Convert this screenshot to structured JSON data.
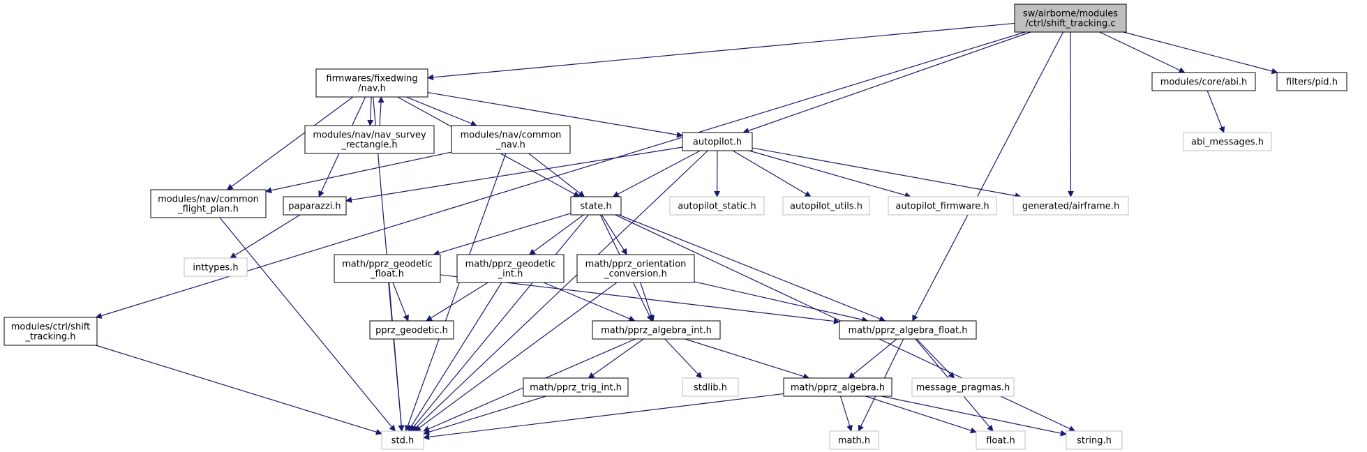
{
  "graph": {
    "colors": {
      "edge": "#191970",
      "root_fill": "#bfbfbf",
      "node_border": "#000000",
      "ext_border": "#bfbfbf",
      "node_fill": "#ffffff"
    },
    "nodes": [
      {
        "id": "root",
        "lines": [
          "sw/airborne/modules",
          "/ctrl/shift_tracking.c"
        ],
        "style": "root"
      },
      {
        "id": "nav",
        "lines": [
          "firmwares/fixedwing",
          "/nav.h"
        ],
        "style": "local"
      },
      {
        "id": "abi",
        "lines": [
          "modules/core/abi.h"
        ],
        "style": "local"
      },
      {
        "id": "pid",
        "lines": [
          "filters/pid.h"
        ],
        "style": "local"
      },
      {
        "id": "abimsg",
        "lines": [
          "abi_messages.h"
        ],
        "style": "external"
      },
      {
        "id": "survey",
        "lines": [
          "modules/nav/nav_survey",
          "_rectangle.h"
        ],
        "style": "local"
      },
      {
        "id": "commonnav",
        "lines": [
          "modules/nav/common",
          "_nav.h"
        ],
        "style": "local"
      },
      {
        "id": "autopilot",
        "lines": [
          "autopilot.h"
        ],
        "style": "local"
      },
      {
        "id": "flightplan",
        "lines": [
          "modules/nav/common",
          "_flight_plan.h"
        ],
        "style": "local"
      },
      {
        "id": "paparazzi",
        "lines": [
          "paparazzi.h"
        ],
        "style": "local"
      },
      {
        "id": "state",
        "lines": [
          "state.h"
        ],
        "style": "local"
      },
      {
        "id": "apstatic",
        "lines": [
          "autopilot_static.h"
        ],
        "style": "external"
      },
      {
        "id": "aputils",
        "lines": [
          "autopilot_utils.h"
        ],
        "style": "external"
      },
      {
        "id": "apfirmware",
        "lines": [
          "autopilot_firmware.h"
        ],
        "style": "external"
      },
      {
        "id": "airframe",
        "lines": [
          "generated/airframe.h"
        ],
        "style": "external"
      },
      {
        "id": "inttypes",
        "lines": [
          "inttypes.h"
        ],
        "style": "external"
      },
      {
        "id": "geofloat",
        "lines": [
          "math/pprz_geodetic",
          "_float.h"
        ],
        "style": "local"
      },
      {
        "id": "geoint",
        "lines": [
          "math/pprz_geodetic",
          "_int.h"
        ],
        "style": "local"
      },
      {
        "id": "orient",
        "lines": [
          "math/pprz_orientation",
          "_conversion.h"
        ],
        "style": "local"
      },
      {
        "id": "shifttrack",
        "lines": [
          "modules/ctrl/shift",
          "_tracking.h"
        ],
        "style": "local"
      },
      {
        "id": "pprzgeo",
        "lines": [
          "pprz_geodetic.h"
        ],
        "style": "local"
      },
      {
        "id": "algint",
        "lines": [
          "math/pprz_algebra_int.h"
        ],
        "style": "local"
      },
      {
        "id": "algfloat",
        "lines": [
          "math/pprz_algebra_float.h"
        ],
        "style": "local"
      },
      {
        "id": "trigint",
        "lines": [
          "math/pprz_trig_int.h"
        ],
        "style": "local"
      },
      {
        "id": "stdlib",
        "lines": [
          "stdlib.h"
        ],
        "style": "external"
      },
      {
        "id": "msgpragmas",
        "lines": [
          "message_pragmas.h"
        ],
        "style": "external"
      },
      {
        "id": "algebra",
        "lines": [
          "math/pprz_algebra.h"
        ],
        "style": "local"
      },
      {
        "id": "std",
        "lines": [
          "std.h"
        ],
        "style": "external"
      },
      {
        "id": "mathh",
        "lines": [
          "math.h"
        ],
        "style": "external"
      },
      {
        "id": "floath",
        "lines": [
          "float.h"
        ],
        "style": "external"
      },
      {
        "id": "stringh",
        "lines": [
          "string.h"
        ],
        "style": "external"
      }
    ],
    "edges": [
      [
        "root",
        "shifttrack"
      ],
      [
        "root",
        "nav"
      ],
      [
        "root",
        "autopilot"
      ],
      [
        "root",
        "airframe"
      ],
      [
        "root",
        "algfloat"
      ],
      [
        "root",
        "abi"
      ],
      [
        "root",
        "pid"
      ],
      [
        "abi",
        "abimsg"
      ],
      [
        "nav",
        "std"
      ],
      [
        "nav",
        "flightplan"
      ],
      [
        "nav",
        "survey"
      ],
      [
        "nav",
        "paparazzi"
      ],
      [
        "nav",
        "commonnav"
      ],
      [
        "nav",
        "state"
      ],
      [
        "nav",
        "autopilot"
      ],
      [
        "survey",
        "nav"
      ],
      [
        "commonnav",
        "flightplan"
      ],
      [
        "commonnav",
        "std"
      ],
      [
        "commonnav",
        "state"
      ],
      [
        "autopilot",
        "paparazzi"
      ],
      [
        "autopilot",
        "state"
      ],
      [
        "autopilot",
        "std"
      ],
      [
        "autopilot",
        "apstatic"
      ],
      [
        "autopilot",
        "aputils"
      ],
      [
        "autopilot",
        "apfirmware"
      ],
      [
        "autopilot",
        "airframe"
      ],
      [
        "flightplan",
        "std"
      ],
      [
        "paparazzi",
        "inttypes"
      ],
      [
        "state",
        "std"
      ],
      [
        "state",
        "geofloat"
      ],
      [
        "state",
        "geoint"
      ],
      [
        "state",
        "orient"
      ],
      [
        "state",
        "algint"
      ],
      [
        "state",
        "algfloat"
      ],
      [
        "state",
        "stringh"
      ],
      [
        "geofloat",
        "pprzgeo"
      ],
      [
        "geofloat",
        "std"
      ],
      [
        "geofloat",
        "algfloat"
      ],
      [
        "geoint",
        "pprzgeo"
      ],
      [
        "geoint",
        "std"
      ],
      [
        "geoint",
        "algint"
      ],
      [
        "orient",
        "std"
      ],
      [
        "orient",
        "algint"
      ],
      [
        "orient",
        "algfloat"
      ],
      [
        "shifttrack",
        "std"
      ],
      [
        "algint",
        "trigint"
      ],
      [
        "algint",
        "stdlib"
      ],
      [
        "algint",
        "algebra"
      ],
      [
        "algint",
        "std"
      ],
      [
        "algfloat",
        "algebra"
      ],
      [
        "algfloat",
        "msgpragmas"
      ],
      [
        "algfloat",
        "mathh"
      ],
      [
        "algfloat",
        "floath"
      ],
      [
        "trigint",
        "std"
      ],
      [
        "algebra",
        "std"
      ],
      [
        "algebra",
        "mathh"
      ],
      [
        "algebra",
        "floath"
      ],
      [
        "algebra",
        "stringh"
      ]
    ]
  }
}
